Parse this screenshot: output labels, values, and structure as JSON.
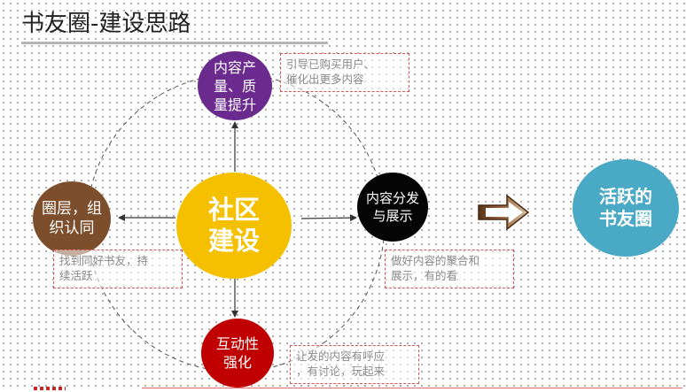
{
  "title": "书友圈-建设思路",
  "nodes": {
    "content": {
      "label": "内容产\n量、质\n量提升",
      "color": "#6a2a8e"
    },
    "community": {
      "label": "社区\n建设",
      "color": "#f5c000"
    },
    "circles": {
      "label": "圈层，组\n织认同",
      "color": "#7c4e2c"
    },
    "distribute": {
      "label": "内容分发\n与展示",
      "color": "#050505"
    },
    "interact": {
      "label": "互动性\n强化",
      "color": "#c00000"
    },
    "active": {
      "label": "活跃的\n书友圈",
      "color": "#4aa9c4"
    }
  },
  "notes": {
    "guide": "引导已购买用户、\n催化出更多内容",
    "find": "找到同好书友，持\n续活跃",
    "display": "做好内容的聚合和\n展示，有的看",
    "discuss": "让发的内容有呼应\n，有讨论，玩起来"
  }
}
